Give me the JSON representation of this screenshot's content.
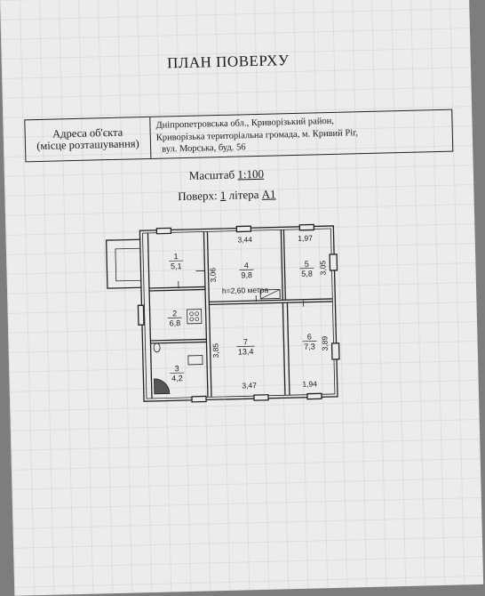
{
  "title": "ПЛАН ПОВЕРХУ",
  "address": {
    "label_line1": "Адреса об'єкта",
    "label_line2": "(місце розташування)",
    "value_lines": [
      "Дніпропетровська обл., Криворізький район,",
      "Криворізька територіальна громада, м. Кривий Ріг,",
      "вул. Морська, буд. 56"
    ]
  },
  "scale": {
    "label": "Масштаб",
    "value": "1:100"
  },
  "floor": {
    "label": "Поверх:",
    "number": "1",
    "litera_label": "літера",
    "litera": "А1"
  },
  "plan": {
    "height_note": "h=2,60 метра",
    "rooms": [
      {
        "id": "room-1",
        "number": "1",
        "area": "5,1"
      },
      {
        "id": "room-2",
        "number": "2",
        "area": "6,8"
      },
      {
        "id": "room-3",
        "number": "3",
        "area": "4,2"
      },
      {
        "id": "room-4",
        "number": "4",
        "area": "9,8"
      },
      {
        "id": "room-5",
        "number": "5",
        "area": "5,8"
      },
      {
        "id": "room-6",
        "number": "6",
        "area": "7,3"
      },
      {
        "id": "room-7",
        "number": "7",
        "area": "13,4"
      }
    ],
    "dimensions": [
      "3,44",
      "1,97",
      "3,06",
      "3,05",
      "3,85",
      "3,89",
      "3,47",
      "1,94"
    ]
  }
}
